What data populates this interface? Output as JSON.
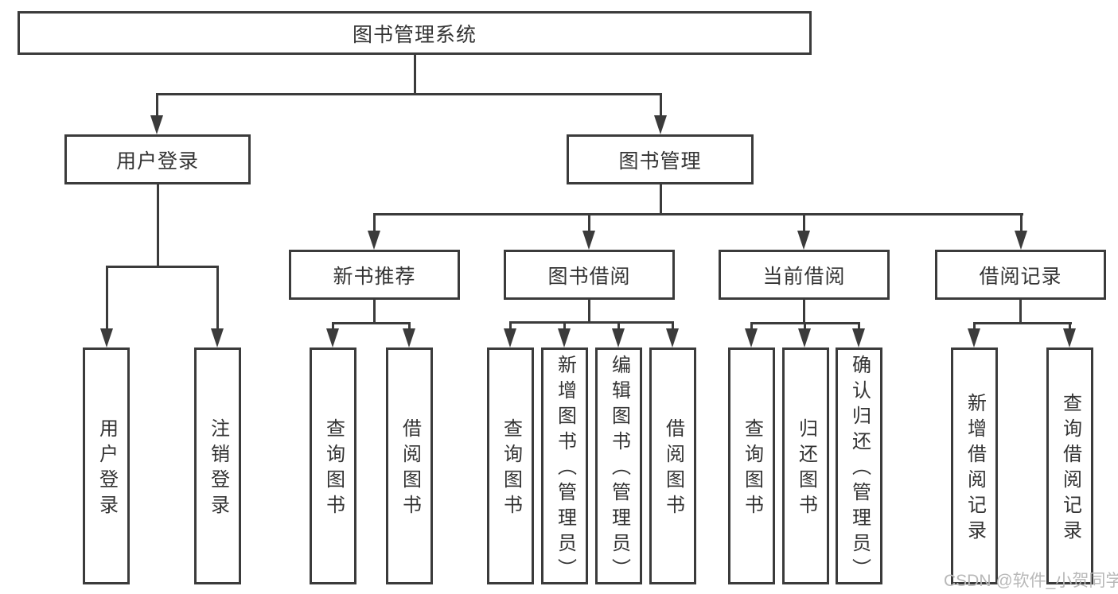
{
  "diagram": {
    "nodes": {
      "root": "图书管理系统",
      "l2": [
        "用户登录",
        "图书管理"
      ],
      "l3": [
        "新书推荐",
        "图书借阅",
        "当前借阅",
        "借阅记录"
      ],
      "l4": [
        "用户登录",
        "注销登录",
        "查询图书",
        "借阅图书",
        "查询图书",
        "新增图书（管理员）",
        "编辑图书（管理员）",
        "借阅图书",
        "查询图书",
        "归还图书",
        "确认归还（管理员）",
        "新增借阅记录",
        "查询借阅记录"
      ]
    },
    "watermark": "CSDN @软件_小贺同学",
    "colors": {
      "line": "#3b3b3b",
      "text": "#333333",
      "watermark": "#b8b8b8",
      "background": "#ffffff"
    }
  }
}
